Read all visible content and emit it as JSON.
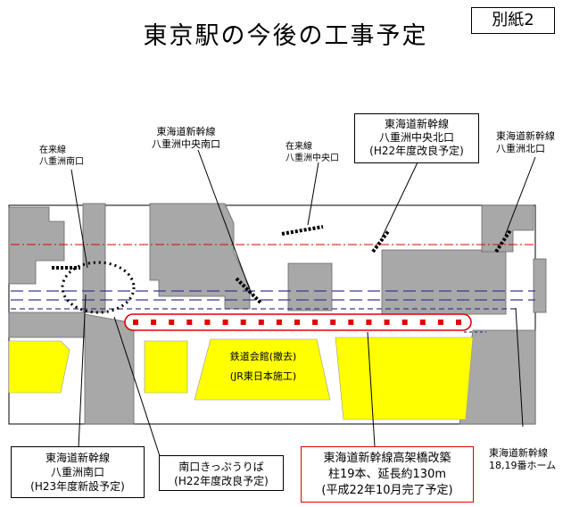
{
  "title": "東京駅の今後の工事予定",
  "attachment_label": "別紙2",
  "labels": {
    "zairai_south": [
      "在来線",
      "八重洲南口"
    ],
    "tokaido_central_south": [
      "東海道新幹線",
      "八重洲中央南口"
    ],
    "zairai_central": [
      "在来線",
      "八重洲中央口"
    ],
    "tokaido_north": [
      "東海道新幹線",
      "八重洲北口"
    ],
    "platform": [
      "東海道新幹線",
      "18,19番ホーム"
    ]
  },
  "boxes": {
    "central_north": [
      "東海道新幹線",
      "八重洲中央北口",
      "(H22年度改良予定)"
    ],
    "south_exit": [
      "東海道新幹線",
      "八重洲南口",
      "(H23年度新設予定)"
    ],
    "kippu": [
      "南口きっぷうりば",
      "(H22年度改良予定)"
    ],
    "viaduct": [
      "東海道新幹線高架橋改築",
      "柱19本、延長約130m",
      "(平成22年10月完了予定)"
    ]
  },
  "map": {
    "building_name": "鉄道会館(撤去)",
    "builder": "(JR東日本施工)"
  },
  "colors": {
    "building_gray": "#a8a8a8",
    "yellow_block": "#ffff00",
    "highlight_red": "#e00000",
    "dash_blue": "#3a3a8c"
  }
}
